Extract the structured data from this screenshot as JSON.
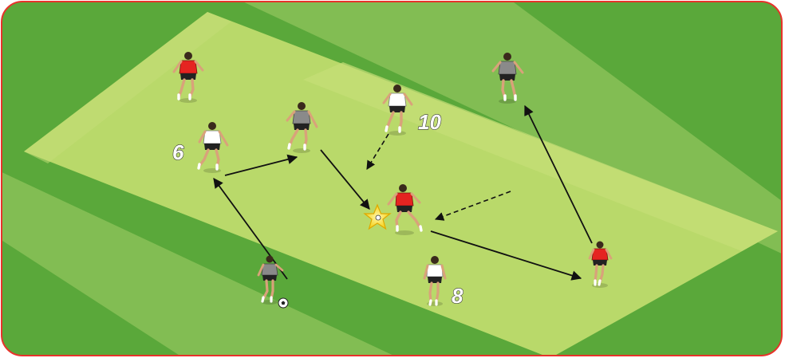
{
  "diagram": {
    "pitch": {
      "border_color": "#e8322b",
      "grass_dark": "#5aa83a",
      "grass_mid": "#8cc25a",
      "grass_light": "#b9d96a",
      "zone_light": "#c6de78"
    },
    "team_colors": {
      "red": "#e52421",
      "white": "#ffffff",
      "grey": "#8a8a8a"
    },
    "player_numbers": {
      "six": "6",
      "ten": "10",
      "eight": "8"
    },
    "players": [
      {
        "id": "p1",
        "team": "red"
      },
      {
        "id": "p2",
        "team": "white",
        "number": "6"
      },
      {
        "id": "p3",
        "team": "grey"
      },
      {
        "id": "p4",
        "team": "white",
        "number": "10"
      },
      {
        "id": "p5",
        "team": "grey"
      },
      {
        "id": "p6",
        "team": "red",
        "note": "ball-winner"
      },
      {
        "id": "p7",
        "team": "grey",
        "note": "with-ball"
      },
      {
        "id": "p8",
        "team": "white",
        "number": "8"
      },
      {
        "id": "p9",
        "team": "red"
      }
    ],
    "movements": [
      {
        "type": "pass",
        "style": "solid"
      },
      {
        "type": "pass",
        "style": "solid"
      },
      {
        "type": "pass",
        "style": "solid"
      },
      {
        "type": "pass",
        "style": "solid"
      },
      {
        "type": "pass",
        "style": "solid"
      },
      {
        "type": "run",
        "style": "dashed"
      },
      {
        "type": "run",
        "style": "dashed"
      }
    ],
    "icons": [
      "star-icon",
      "soccer-ball-icon"
    ]
  }
}
